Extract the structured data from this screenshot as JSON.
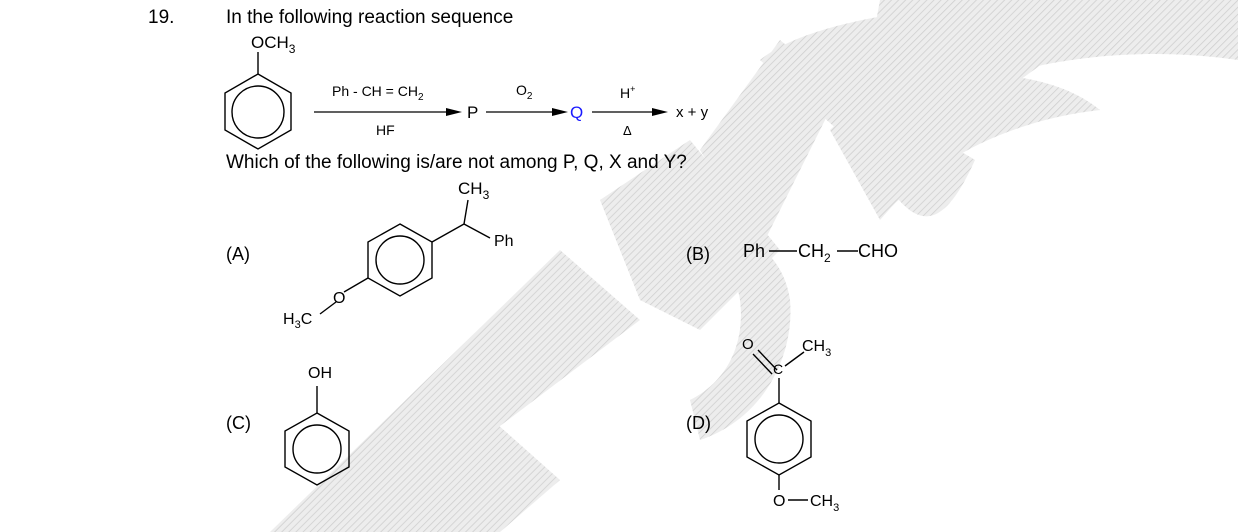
{
  "question": {
    "number": "19.",
    "stem": "In the following reaction sequence",
    "prompt": "Which of the following is/are not among P, Q, X and Y?"
  },
  "reaction": {
    "substituent": "OCH",
    "substituent_sub": "3",
    "reagent1_top": "Ph - CH = CH",
    "reagent1_top_sub": "2",
    "reagent1_bottom": "HF",
    "product1": "P",
    "reagent2_top": "O",
    "reagent2_top_sub": "2",
    "product2": "Q",
    "reagent3_top": "H",
    "reagent3_top_sup": "+",
    "reagent3_bottom": "Δ",
    "product3": "x + y",
    "product2_color": "#1a1aff"
  },
  "options": {
    "a": {
      "label": "(A)",
      "ch3": "CH",
      "ch3_sub": "3",
      "ph": "Ph",
      "o": "O",
      "h3c_h": "H",
      "h3c_sub": "3",
      "h3c_c": "C"
    },
    "b": {
      "label": "(B)",
      "ph": "Ph",
      "ch2": "CH",
      "ch2_sub": "2",
      "cho": "CHO"
    },
    "c": {
      "label": "(C)",
      "oh": "OH"
    },
    "d": {
      "label": "(D)",
      "o": "O",
      "c": "C",
      "ch3": "CH",
      "ch3_sub": "3",
      "o2": "O",
      "och3": "CH",
      "och3_sub": "3"
    }
  },
  "watermark": {
    "color": "#d9d9d9"
  }
}
